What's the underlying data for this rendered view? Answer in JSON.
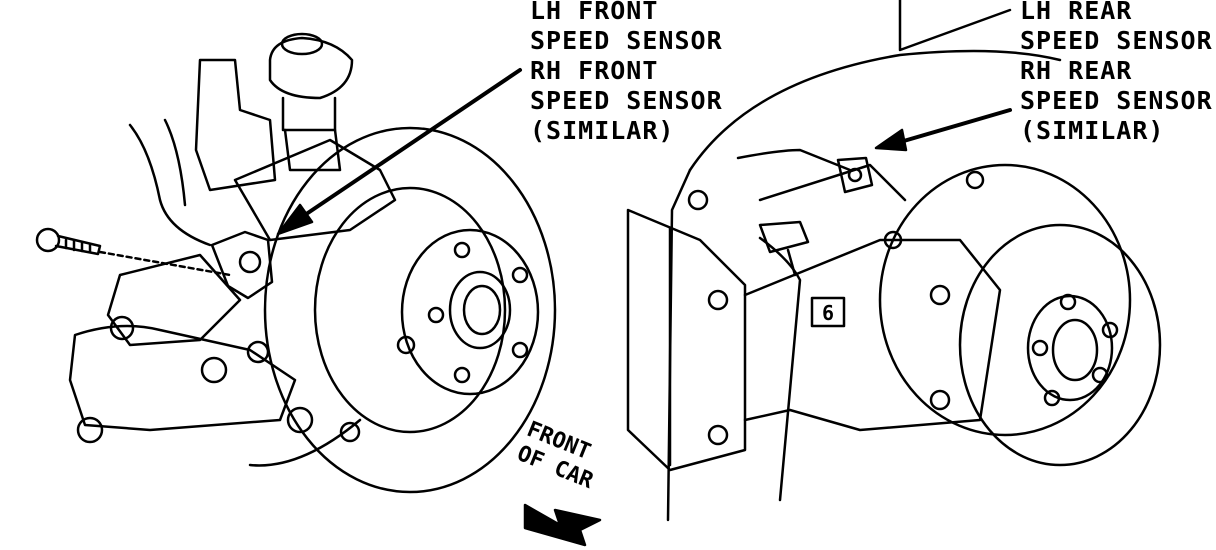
{
  "labels": {
    "front": {
      "line1": "LH FRONT",
      "line2": "SPEED SENSOR",
      "line3": "RH FRONT",
      "line4": "SPEED SENSOR",
      "line5": "(SIMILAR)"
    },
    "rear": {
      "line1": "LH REAR",
      "line2": "SPEED SENSOR",
      "line3": "RH REAR",
      "line4": "SPEED SENSOR",
      "line5": "(SIMILAR)"
    },
    "front_of_car": {
      "line1": "FRONT",
      "line2": "OF CAR"
    },
    "callout_number": "6"
  },
  "colors": {
    "ink": "#000000",
    "paper": "#ffffff"
  }
}
